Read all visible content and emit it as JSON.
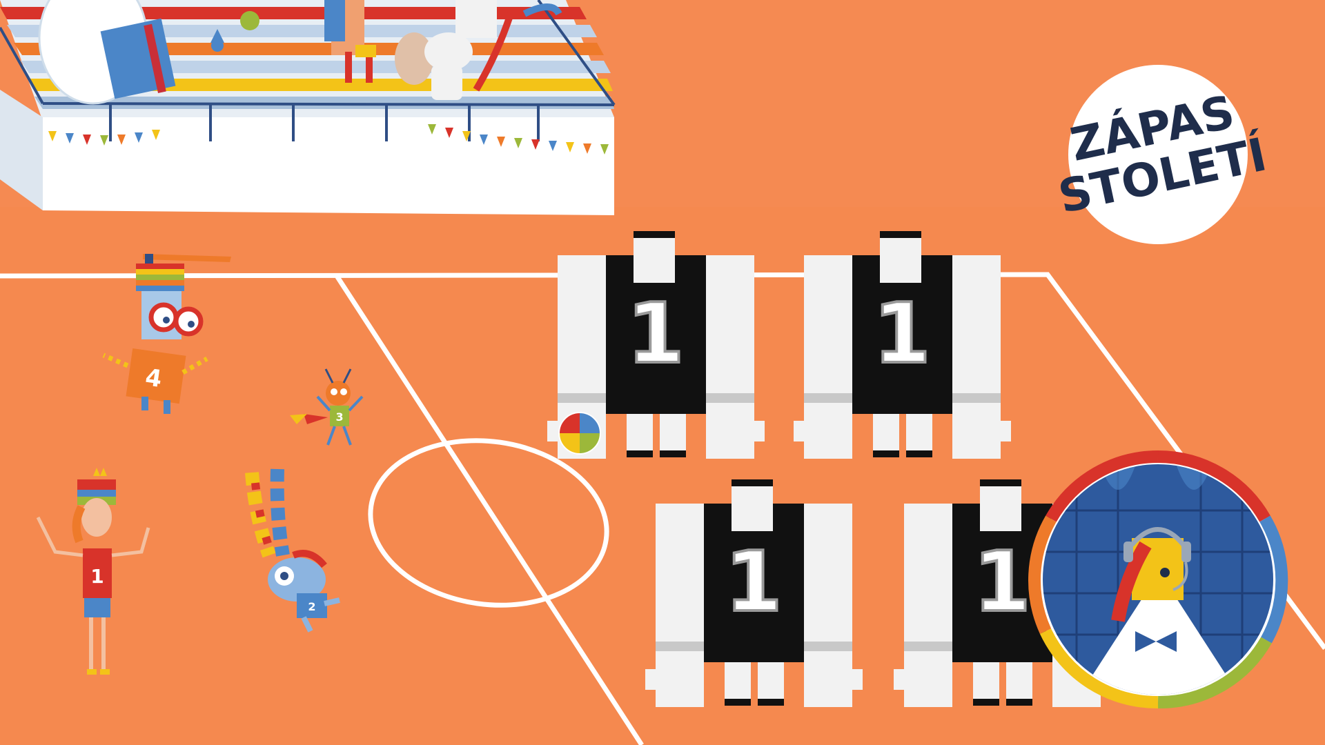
{
  "game": {
    "logo_line1": "ZÁPAS",
    "logo_line2": "STOLETÍ"
  },
  "home_team": [
    {
      "number": "4",
      "character": "propeller-robot"
    },
    {
      "number": "3",
      "character": "ant-player"
    },
    {
      "number": "1",
      "character": "crowned-player"
    },
    {
      "number": "2",
      "character": "diving-player"
    }
  ],
  "away_team": [
    {
      "number": "1",
      "has_ball": true
    },
    {
      "number": "1",
      "has_ball": false
    },
    {
      "number": "1",
      "has_ball": false
    },
    {
      "number": "1",
      "has_ball": false
    }
  ],
  "commentator": {
    "character": "headset-commentator"
  },
  "colors": {
    "court": "#F5894F",
    "court_line": "#FFFFFF",
    "jersey_black": "#111111",
    "ring_red": "#D8332A",
    "ring_blue": "#4B86C8",
    "ring_green": "#9CB83A",
    "ring_yellow": "#F3C318",
    "ring_orange": "#EE7A2A",
    "commentator_bg": "#2E5A9E"
  },
  "icons": {
    "ball": "volleyball-icon",
    "headset": "headset-icon"
  }
}
